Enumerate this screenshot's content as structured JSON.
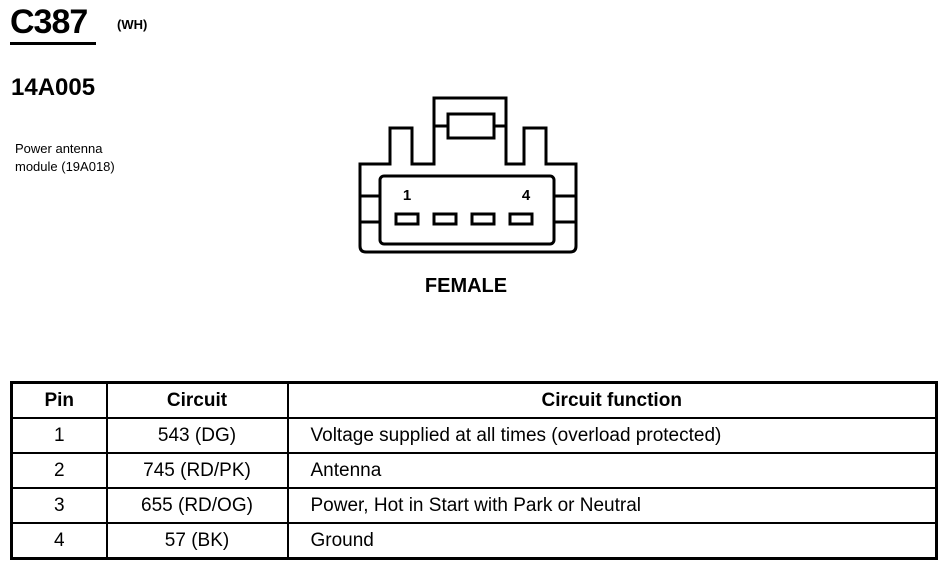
{
  "connector": {
    "id": "C387",
    "color": "(WH)",
    "part_number": "14A005",
    "module_line1": "Power antenna",
    "module_line2": "module (19A018)",
    "gender": "FEMALE",
    "pin_label_first": "1",
    "pin_label_last": "4"
  },
  "table": {
    "headers": {
      "pin": "Pin",
      "circuit": "Circuit",
      "function": "Circuit function"
    },
    "rows": [
      {
        "pin": "1",
        "circuit": "543 (DG)",
        "function": "Voltage supplied at all times (overload protected)"
      },
      {
        "pin": "2",
        "circuit": "745 (RD/PK)",
        "function": "Antenna"
      },
      {
        "pin": "3",
        "circuit": "655 (RD/OG)",
        "function": "Power, Hot in Start with Park or Neutral"
      },
      {
        "pin": "4",
        "circuit": "57 (BK)",
        "function": "Ground"
      }
    ]
  }
}
